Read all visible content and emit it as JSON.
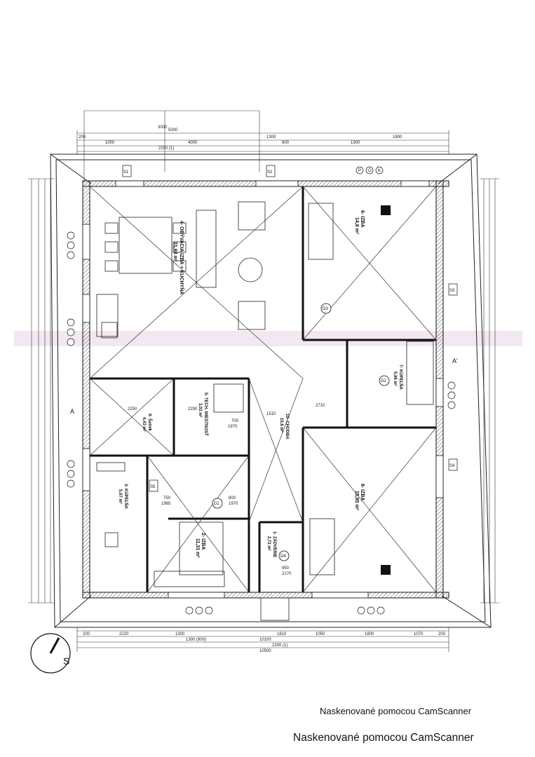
{
  "rooms": [
    {
      "label": "4- OBÝVACIA IZBA + KUCHYŇA",
      "area": "31,68 m²"
    },
    {
      "label": "6- IZBA",
      "area": "14,8 m²"
    },
    {
      "label": "7- KÚPEĽŇA",
      "area": "5,96 m²"
    },
    {
      "label": "9- Šatník",
      "area": "4,43 m²"
    },
    {
      "label": "5- TECH. MIESTNOSŤ",
      "area": "3,02 m²"
    },
    {
      "label": "10- CHODBA",
      "area": "10,6 m²"
    },
    {
      "label": "8- IZBA",
      "area": "15,85 m²"
    },
    {
      "label": "3- KÚPEĽŇA",
      "area": "5,07 m²"
    },
    {
      "label": "2- IZBA",
      "area": "11,31 m²"
    },
    {
      "label": "1- ZÁDVERIE",
      "area": "2,72 m²"
    }
  ],
  "dimensions": {
    "top": [
      "5000",
      "3000",
      "200",
      "1000",
      "1300",
      "1800",
      "2200 (1)",
      "800",
      "4000",
      "1300"
    ],
    "bottom": [
      "200",
      "2220",
      "1300",
      "1300 (900)",
      "1610",
      "1050",
      "1800",
      "1070",
      "200",
      "10100",
      "2200 (1)"
    ],
    "total_bottom": "10500",
    "interior": [
      "2250",
      "2290",
      "700",
      "1970",
      "1510",
      "2710",
      "750",
      "1985",
      "800",
      "1970",
      "950",
      "2170"
    ]
  },
  "doors": [
    "D1",
    "D2",
    "D3",
    "D4"
  ],
  "windows": [
    "S1",
    "S2",
    "S3",
    "S4",
    "S5"
  ],
  "section_marks": [
    "A",
    "A'"
  ],
  "markers": [
    "P",
    "O",
    "K"
  ],
  "watermarks": [
    "Naskenované pomocou CamScanner",
    "Naskenované pomocou CamScanner"
  ],
  "colors": {
    "ink": "#1a1a1a",
    "paper": "#ffffff",
    "hatch": "#555555",
    "faint_band": "#e6d6e6"
  }
}
